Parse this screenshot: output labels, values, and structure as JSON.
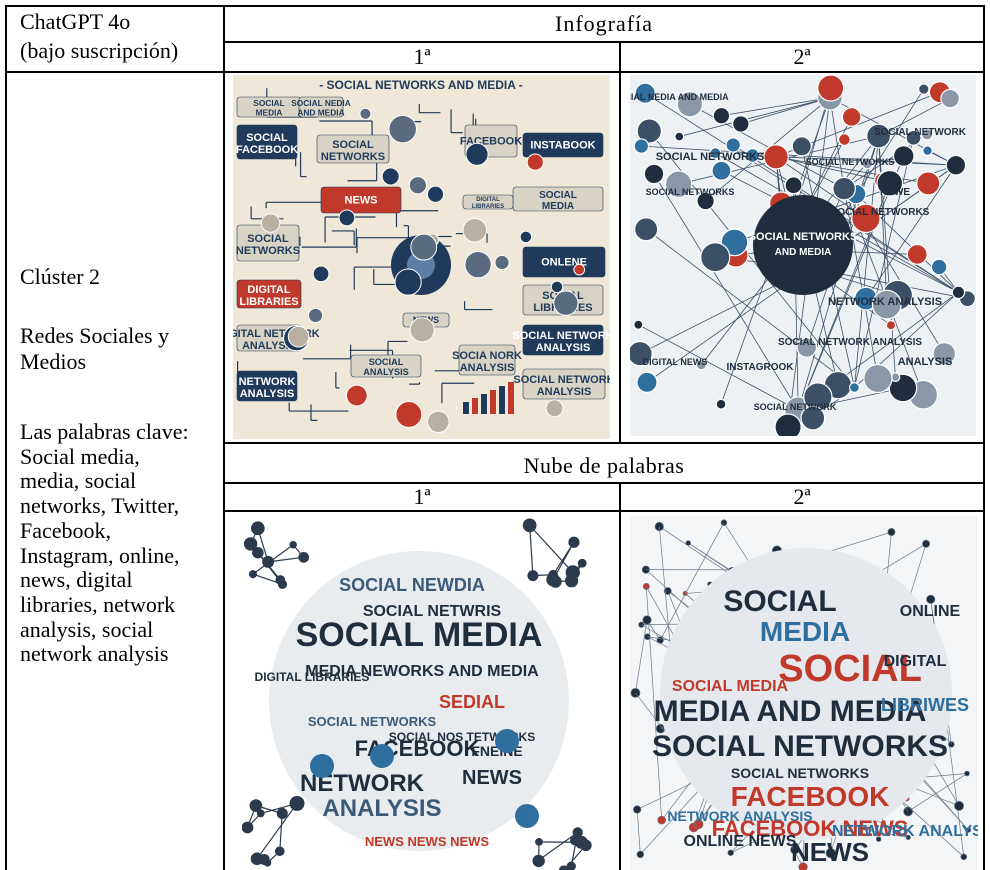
{
  "header": {
    "model_line1": "ChatGPT 4o",
    "model_line2": "(bajo suscripción)",
    "infografia": "Infografía",
    "first": "1ª",
    "second": "2ª"
  },
  "left": {
    "cluster": "Clúster 2",
    "theme_line1": "Redes Sociales y",
    "theme_line2": "Medios",
    "keywords_lines": [
      "Las palabras clave:",
      "Social media,",
      "media, social",
      "networks, Twitter,",
      "Facebook,",
      "Instagram, online,",
      "news, digital",
      "libraries, network",
      "analysis, social",
      "network analysis"
    ]
  },
  "wordcloud_header": {
    "title": "Nube de palabras",
    "first": "1ª",
    "second": "2ª"
  },
  "images": {
    "info1": {
      "banner": "- SOCIAL NETWORKS AND MEDIA -",
      "tags": [
        "SOCIAL MEDIA",
        "SOCIAL NEDIA AND MEDIA",
        "SOCIAL FACEBOOK",
        "SOCIAL NETWORKS",
        "NEWS",
        "FACEBOOK",
        "INSTABOOK",
        "SOCIAL MEDIA",
        "DIGITAL LIBRARIES",
        "SOCIAL NETWORKS",
        "ONLENE",
        "DIGITAL LIBRARIES",
        "NEWS",
        "SOCIAL LIBRARIES",
        "SOCIAL NETWORK ANALYSIS",
        "DIGITAL NETWORK ANALYSIS",
        "SOCIAL ANALYSIS",
        "SOCIA NORK ANALYSIS",
        "NETWORK ANALYSIS",
        "SOCIAL NETWORK ANALYSIS"
      ]
    },
    "info2": {
      "tags": [
        "SOCIAL NEDIA AND MEDIA",
        "SOCIAL NETWORK",
        "SOCIAL NETWORKS",
        "SOCIAL NETWORKS",
        "NEWE",
        "SOCIAL NETWORKS AND MEDIA",
        "SOCIAL NETWORKS",
        "SOCIAL NETWORKS",
        "NETWORK ANALYSIS",
        "DIGITAL NEWS",
        "SOCIAL NETWORK ANALYSIS",
        "ANALYSIS",
        "SOCIAL NETWORK",
        "INSTAGROOK"
      ]
    },
    "cloud1": {
      "words": [
        "SOCIAL MEDIA",
        "SOCIAL NEWDIA",
        "SOCIAL NETWRIS",
        "MEDIA NEWORKS AND MEDIA",
        "SEDIAL",
        "FACEBOOK",
        "NETWORK",
        "ANALYSIS",
        "NEWS",
        "DIGITAL LIBRARIES",
        "SOCIAL NETWORKS",
        "SOCIAL NOS TETWORKS",
        "FNEINE",
        "NEWS NEWS NEWS"
      ]
    },
    "cloud2": {
      "words": [
        "SOCIAL",
        "MEDIA",
        "SOCIAL MEDIA",
        "SOCIAL",
        "MEDIA AND MEDIA",
        "LIBRIWES",
        "SOCIAL NETWORKS",
        "SOCIAL NETWORKS",
        "FACEBOOK",
        "NETWORK ANALYSIS",
        "FACEBOOK NEWS",
        "ONLINE NEWS",
        "NEWS",
        "NETWORK ANALYSIS",
        "DIGITAL",
        "ONLINE"
      ]
    }
  },
  "colors": {
    "navy": "#1f3a5a",
    "red": "#c0392b",
    "grey": "#7d8794",
    "beige": "#efe7d8",
    "light": "#eef1f4"
  }
}
